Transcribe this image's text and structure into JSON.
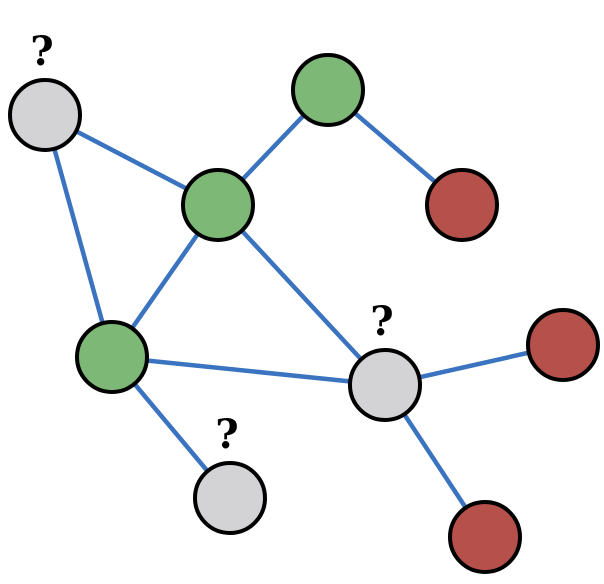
{
  "colors": {
    "edge": "#3a73bf",
    "unknown": "#d3d3d6",
    "known_green": "#7db876",
    "known_red": "#b5504b",
    "outline": "#000000"
  },
  "nodes": [
    {
      "id": "n1",
      "status": "unknown",
      "label": "?"
    },
    {
      "id": "n2",
      "status": "known_green",
      "label": ""
    },
    {
      "id": "n3",
      "status": "known_red",
      "label": ""
    },
    {
      "id": "n4",
      "status": "known_green",
      "label": ""
    },
    {
      "id": "n5",
      "status": "known_green",
      "label": ""
    },
    {
      "id": "n6",
      "status": "unknown",
      "label": "?"
    },
    {
      "id": "n7",
      "status": "known_red",
      "label": ""
    },
    {
      "id": "n8",
      "status": "unknown",
      "label": "?"
    },
    {
      "id": "n9",
      "status": "known_red",
      "label": ""
    }
  ],
  "edges": [
    {
      "source": "n1",
      "target": "n4"
    },
    {
      "source": "n1",
      "target": "n5"
    },
    {
      "source": "n2",
      "target": "n4"
    },
    {
      "source": "n2",
      "target": "n3"
    },
    {
      "source": "n4",
      "target": "n5"
    },
    {
      "source": "n4",
      "target": "n6"
    },
    {
      "source": "n5",
      "target": "n6"
    },
    {
      "source": "n5",
      "target": "n8"
    },
    {
      "source": "n6",
      "target": "n7"
    },
    {
      "source": "n6",
      "target": "n9"
    }
  ]
}
